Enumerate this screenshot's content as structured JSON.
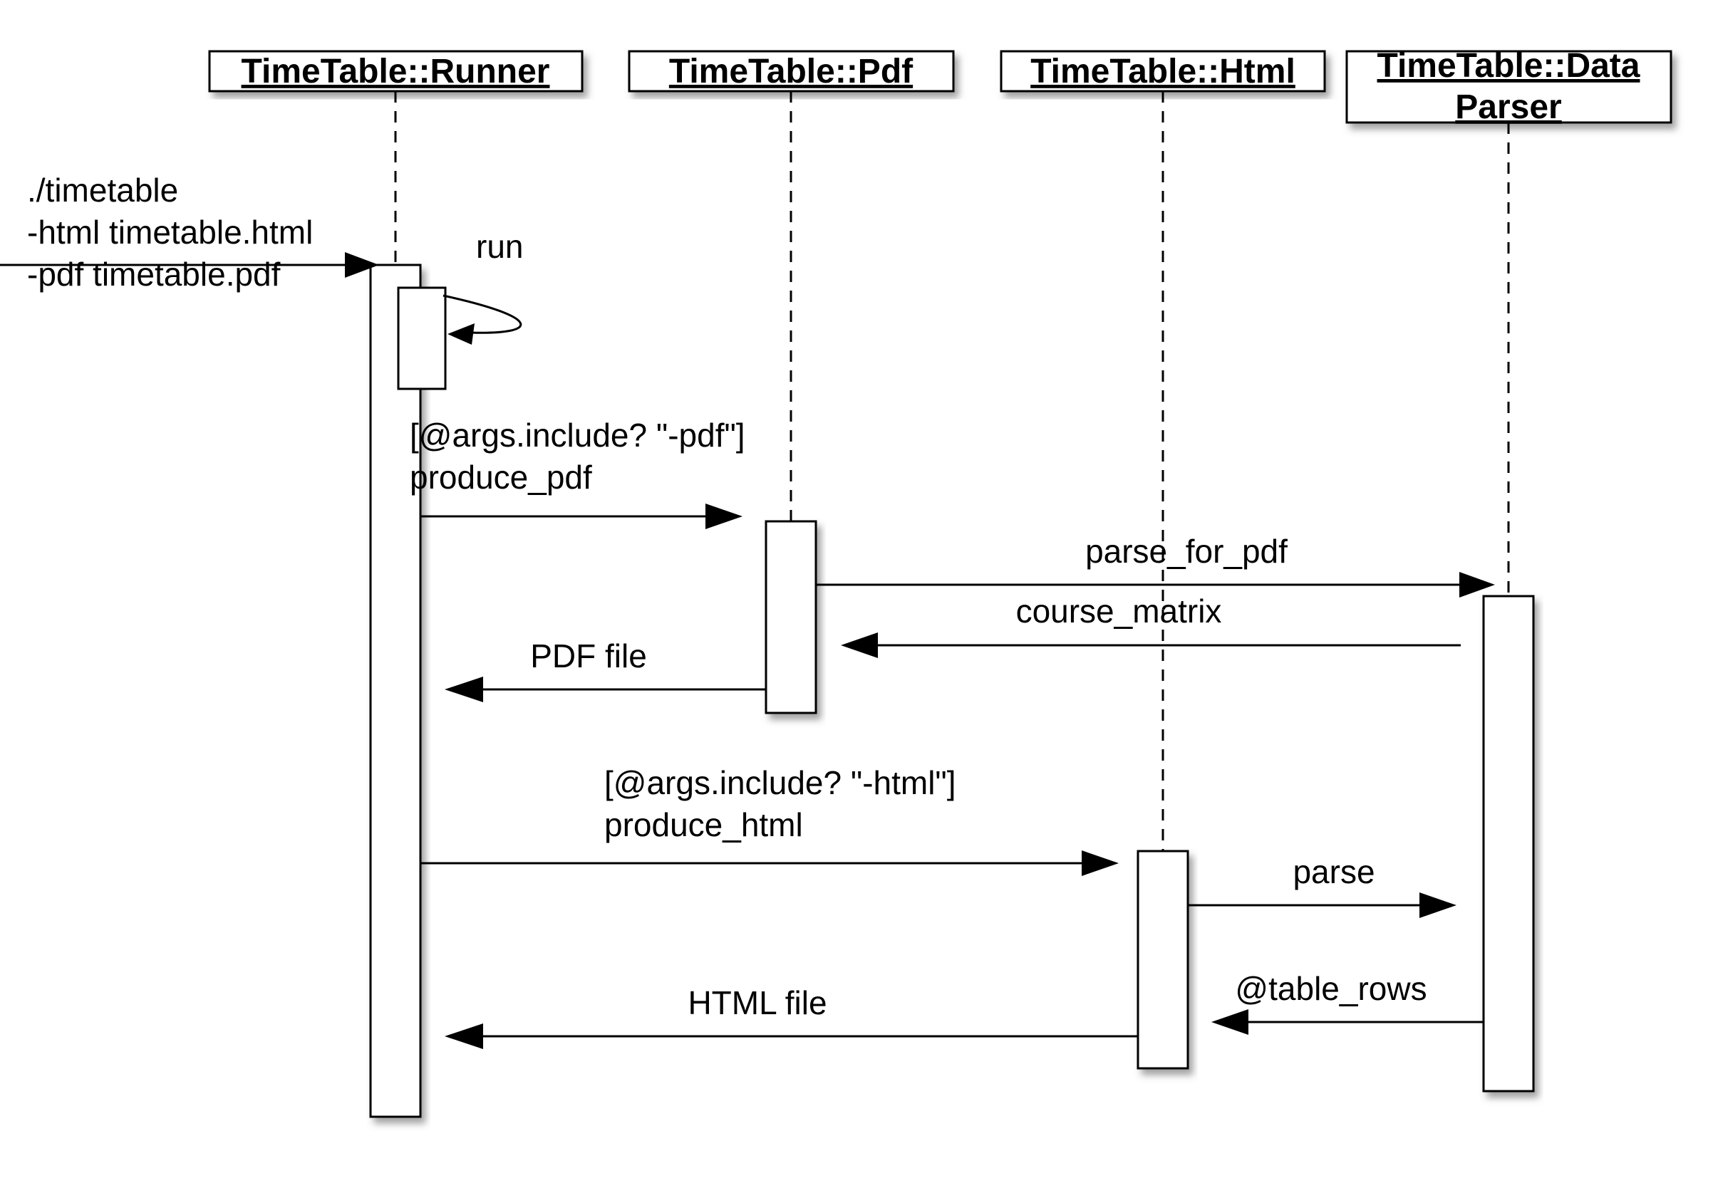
{
  "diagram": {
    "type": "sequence",
    "colors": {
      "line": "#000000",
      "box_fill": "#ffffff",
      "shadow": "#555555"
    },
    "lifelines": [
      {
        "id": "runner",
        "label_lines": [
          "TimeTable::Runner"
        ]
      },
      {
        "id": "pdf",
        "label_lines": [
          "TimeTable::Pdf"
        ]
      },
      {
        "id": "html",
        "label_lines": [
          "TimeTable::Html"
        ]
      },
      {
        "id": "parser",
        "label_lines": [
          "TimeTable::Data",
          "Parser"
        ]
      }
    ],
    "entry_message": {
      "to": "runner",
      "label_lines": [
        "./timetable",
        "-html timetable.html",
        "-pdf timetable.pdf"
      ]
    },
    "messages": [
      {
        "id": "run",
        "from": "runner",
        "to": "runner",
        "kind": "self",
        "label_lines": [
          "run"
        ]
      },
      {
        "id": "produce-pdf",
        "from": "runner",
        "to": "pdf",
        "kind": "call",
        "label_lines": [
          "[@args.include? \"-pdf\"]",
          "produce_pdf"
        ]
      },
      {
        "id": "parse-for-pdf",
        "from": "pdf",
        "to": "parser",
        "kind": "call",
        "label_lines": [
          "parse_for_pdf"
        ]
      },
      {
        "id": "course-matrix",
        "from": "parser",
        "to": "pdf",
        "kind": "return",
        "label_lines": [
          "course_matrix"
        ]
      },
      {
        "id": "pdf-file",
        "from": "pdf",
        "to": "runner",
        "kind": "return",
        "label_lines": [
          "PDF file"
        ]
      },
      {
        "id": "produce-html",
        "from": "runner",
        "to": "html",
        "kind": "call",
        "label_lines": [
          "[@args.include? \"-html\"]",
          "produce_html"
        ]
      },
      {
        "id": "parse",
        "from": "html",
        "to": "parser",
        "kind": "call",
        "label_lines": [
          "parse"
        ]
      },
      {
        "id": "table-rows",
        "from": "parser",
        "to": "html",
        "kind": "return",
        "label_lines": [
          "@table_rows"
        ]
      },
      {
        "id": "html-file",
        "from": "html",
        "to": "runner",
        "kind": "return",
        "label_lines": [
          "HTML file"
        ]
      }
    ]
  }
}
